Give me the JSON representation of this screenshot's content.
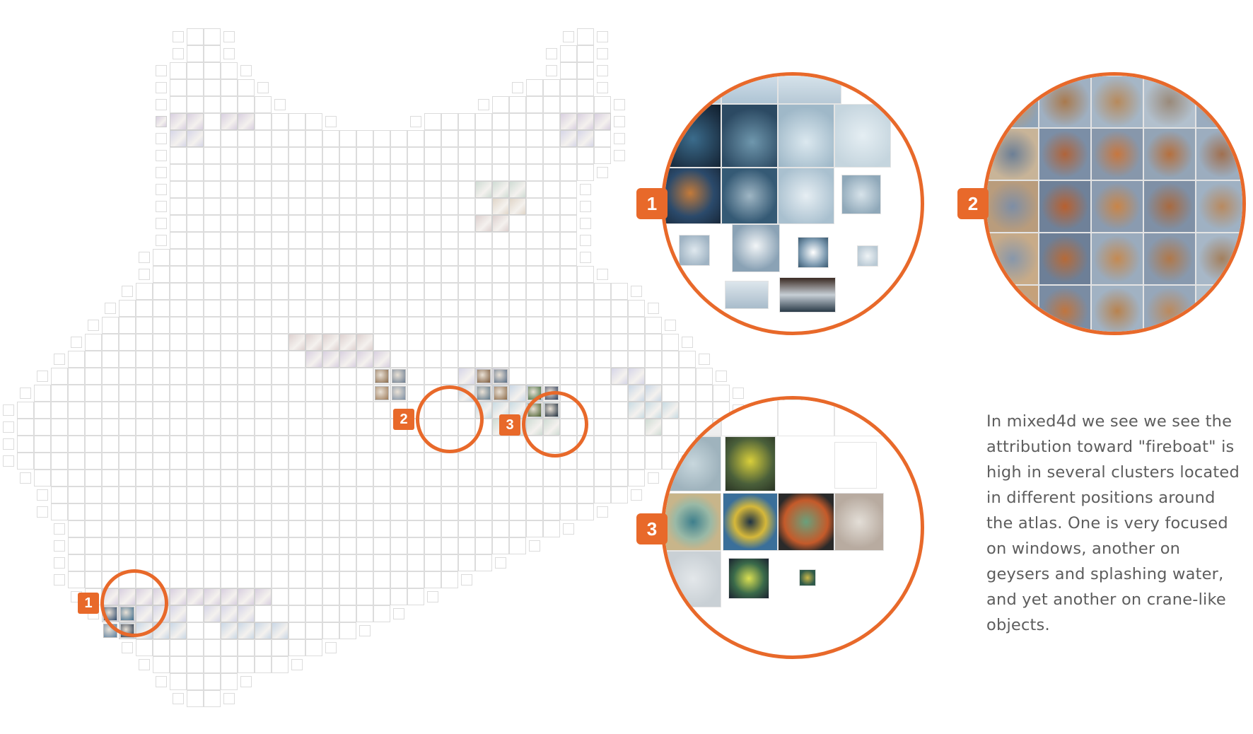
{
  "colors": {
    "accent": "#e8692a",
    "caption_text": "#5d5d5d",
    "grid_line": "#dcdcdc"
  },
  "atlas": {
    "highlights": [
      {
        "label": "1"
      },
      {
        "label": "2"
      },
      {
        "label": "3"
      }
    ]
  },
  "zooms": [
    {
      "label": "1",
      "content": "geysers and splashing water"
    },
    {
      "label": "2",
      "content": "crane-like objects"
    },
    {
      "label": "3",
      "content": "windows"
    }
  ],
  "caption": "In mixed4d we see we see the attribution toward \"fireboat\" is high in several clusters located in different positions around the atlas. One is very focused on windows, another on geysers and splashing water, and yet another on crane-like objects."
}
